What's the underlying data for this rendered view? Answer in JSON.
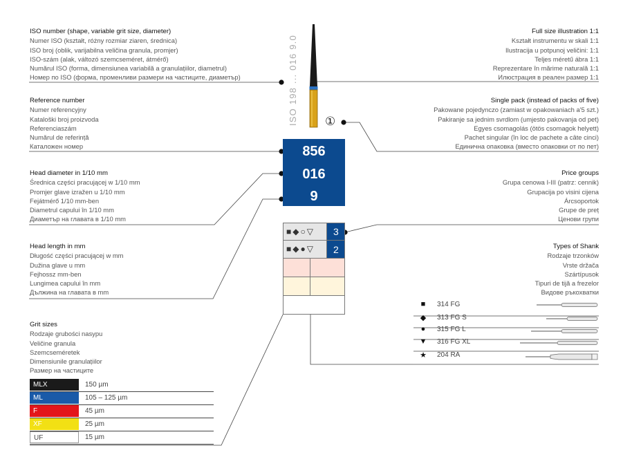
{
  "iso": {
    "title": "ISO number (shape, variable grit size, diameter)",
    "lines": [
      "Numer ISO (kształt, różny rozmiar ziaren, średnica)",
      "ISO broj (oblik, varijabilna veličina granula, promjer)",
      "ISO-szám (alak, változó szemcseméret, átmérő)",
      "Numărul ISO (forma, dimensiunea variabilă a granulațiilor, diametrul)",
      "Номер по ISO (форма, променливи размери на частиците, диаметър)"
    ],
    "vertical": "ISO 198 ... 016 9.0"
  },
  "reference": {
    "title": "Reference number",
    "lines": [
      "Numer referencyjny",
      "Kataloški broj proizvoda",
      "Referenciaszám",
      "Numărul de referință",
      "Каталожен номер"
    ]
  },
  "head_diameter": {
    "title": "Head diameter in 1/10 mm",
    "lines": [
      "Średnica części pracującej w 1/10 mm",
      "Promjer glave izražen u 1/10 mm",
      "Fejátmérő 1/10 mm-ben",
      "Diametrul capului în 1/10 mm",
      "Диаметър на главата в 1/10 mm"
    ]
  },
  "head_length": {
    "title": "Head length in mm",
    "lines": [
      "Długość części pracującej w mm",
      "Dužina glave u mm",
      "Fejhossz mm-ben",
      "Lungimea capului în mm",
      "Дължина на главата в mm"
    ]
  },
  "grit": {
    "title": "Grit sizes",
    "lines": [
      "Rodzaje grubości nasypu",
      "Veličine granula",
      "Szemcseméretek",
      "Dimensiunile granulațiilor",
      "Размер на частиците"
    ],
    "rows": [
      {
        "code": "MLX",
        "size": "150 µm",
        "bg": "#1a1a1a",
        "fg": "#ffffff"
      },
      {
        "code": "ML",
        "size": "105 – 125 µm",
        "bg": "#1a5aa8",
        "fg": "#ffffff"
      },
      {
        "code": "F",
        "size": "45 µm",
        "bg": "#e3151a",
        "fg": "#ffffff"
      },
      {
        "code": "XF",
        "size": "25 µm",
        "bg": "#f2e014",
        "fg": "#ffffff"
      },
      {
        "code": "UF",
        "size": "15 µm",
        "bg": "#ffffff",
        "fg": "#444444"
      }
    ]
  },
  "full_size": {
    "title": "Full size illustration 1:1",
    "lines": [
      "Kształt instrumentu w skali 1:1",
      "Ilustracija u potpunoj veličini: 1:1",
      "Teljes méretű ábra 1:1",
      "Reprezentare în mărime naturală 1:1",
      "Илюстрация в реален размер 1:1"
    ]
  },
  "single_pack": {
    "title": "Single pack (instead of packs of five)",
    "lines": [
      "Pakowane pojedynczo (zamiast w opakowaniach a'5 szt.)",
      "Pakiranje sa jednim svrdlom (umjesto pakovanja od pet)",
      "Egyes csomagolás (ötös csomagok helyett)",
      "Pachet singular (în loc de pachete a câte cinci)",
      "Единична опаковка (вместо опаковки от по пет)"
    ],
    "symbol": "①"
  },
  "price": {
    "title": "Price groups",
    "lines": [
      "Grupa cenowa I-III (patrz: cennik)",
      "Grupacija po visini cijena",
      "Árcsoportok",
      "Grupe de preț",
      "Ценови групи"
    ]
  },
  "shank": {
    "title": "Types of Shank",
    "lines": [
      "Rodzaje trzonków",
      "Vrste držača",
      "Szártípusok",
      "Tipuri de tijă a frezelor",
      "Видове ръкохватки"
    ],
    "rows": [
      {
        "symbol": "■",
        "label": "314 FG"
      },
      {
        "symbol": "◆",
        "label": "313 FG S"
      },
      {
        "symbol": "●",
        "label": "315 FG L"
      },
      {
        "symbol": "▼",
        "label": "316 FG XL"
      },
      {
        "symbol": "★",
        "label": "204 RA"
      }
    ]
  },
  "code": {
    "line1": "856",
    "line2": "016",
    "line3": "9"
  },
  "grid": {
    "row1_symbols": "■◆○▽",
    "row1_num": "3",
    "row2_symbols": "■◆●▽",
    "row2_num": "2"
  },
  "colors": {
    "code_blue": "#0c4a8f",
    "pink": "#fde0d8",
    "cream": "#fff5dc",
    "grey_cell": "#e6e6e6",
    "gold": "#d9a21a"
  }
}
